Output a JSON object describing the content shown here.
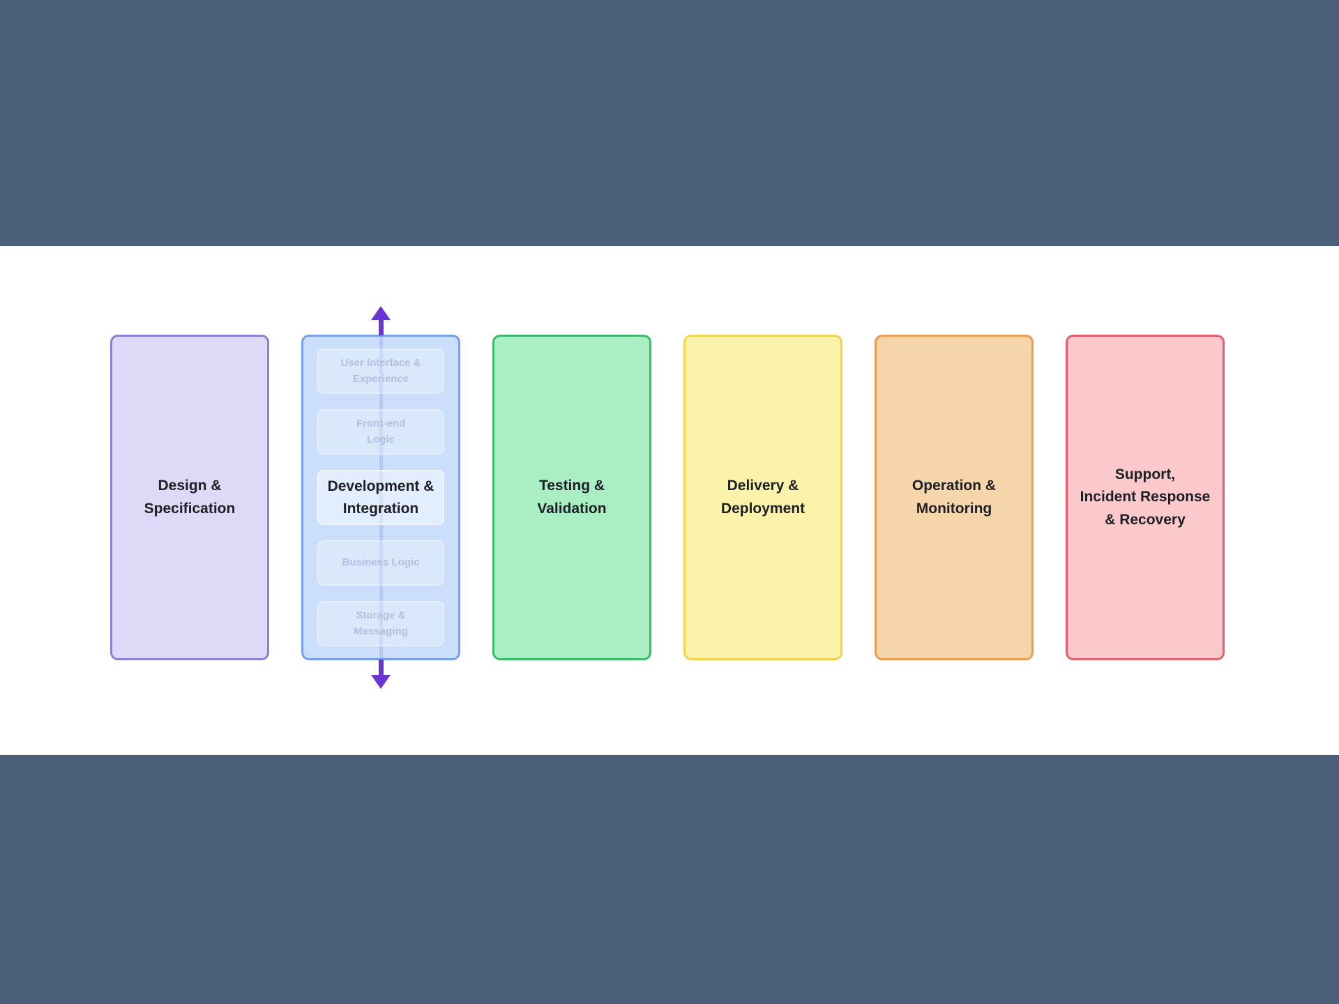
{
  "colors": {
    "band": "#4b5f7a",
    "canvas": "#ffffff",
    "arrow": "#6935d3",
    "connector": "#b7c9f3"
  },
  "pipeline": {
    "stages": [
      {
        "id": "design",
        "label": "Design &\nSpecification",
        "fill": "#ded9f6",
        "border": "#8b7fd6"
      },
      {
        "id": "development",
        "label": "Development &\nIntegration",
        "fill": "#cbdefb",
        "border": "#74a0ea",
        "sub_items": [
          {
            "label": "User Interface &\nExperience",
            "state": "faded"
          },
          {
            "label": "Front-end\nLogic",
            "state": "faded"
          },
          {
            "label": "Development &\nIntegration",
            "state": "active"
          },
          {
            "label": "Business Logic",
            "state": "faded"
          },
          {
            "label": "Storage &\nMessaging",
            "state": "faded"
          }
        ]
      },
      {
        "id": "testing",
        "label": "Testing &\nValidation",
        "fill": "#aaeec4",
        "border": "#3eba69"
      },
      {
        "id": "delivery",
        "label": "Delivery &\nDeployment",
        "fill": "#fbf3ab",
        "border": "#f1d44f"
      },
      {
        "id": "operation",
        "label": "Operation &\nMonitoring",
        "fill": "#f7d5aa",
        "border": "#eb9d52"
      },
      {
        "id": "support",
        "label": "Support,\nIncident Response\n& Recovery",
        "fill": "#fbc9cc",
        "border": "#e25f6b"
      }
    ]
  }
}
